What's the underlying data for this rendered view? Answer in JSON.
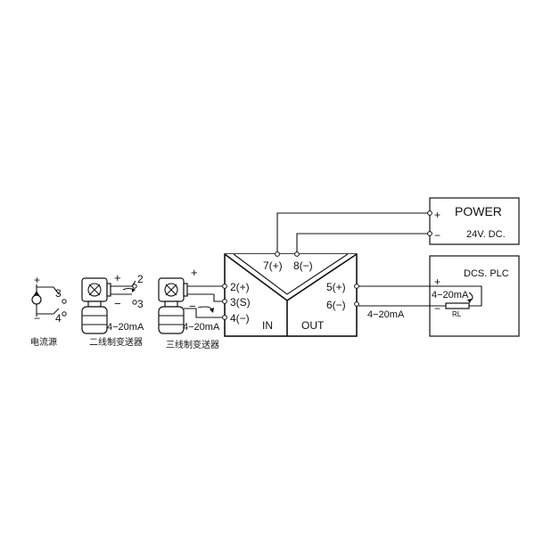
{
  "module": {
    "terminals": {
      "t7": "7(+)",
      "t8": "8(−)",
      "t2": "2(+)",
      "t3": "3(S)",
      "t4": "4(−)",
      "t5": "5(+)",
      "t6": "6(−)"
    },
    "in_label": "IN",
    "out_label": "OUT"
  },
  "power": {
    "title": "POWER",
    "voltage": "24V. DC.",
    "plus": "+",
    "minus": "−"
  },
  "dcs": {
    "title": "DCS. PLC",
    "current": "4−20mA",
    "resistor": "RL",
    "plus": "+",
    "minus": "−"
  },
  "output_signal": "4−20mA",
  "current_source": {
    "label": "电流源",
    "plus": "+",
    "minus": "−",
    "n3": "3",
    "n4": "4"
  },
  "two_wire": {
    "label": "二线制变送器",
    "plus": "+",
    "minus": "−",
    "n2": "2",
    "n3": "3",
    "current": "4−20mA"
  },
  "three_wire": {
    "label": "三线制变送器",
    "plus": "+",
    "minus": "−",
    "current": "4−20mA"
  }
}
